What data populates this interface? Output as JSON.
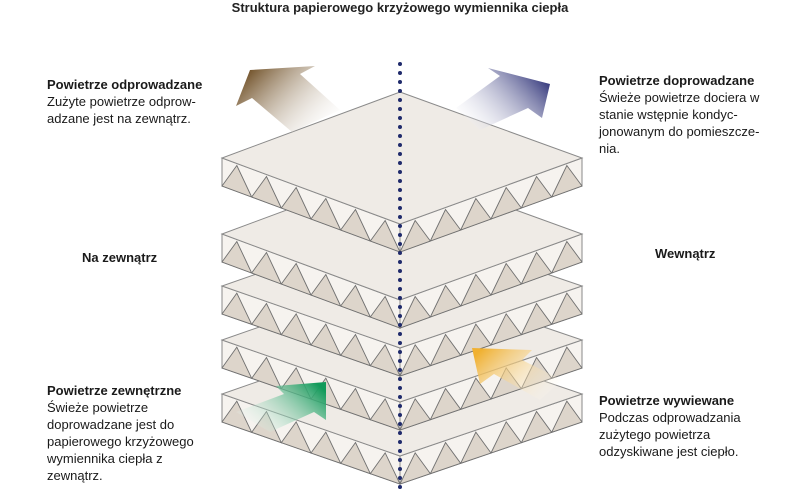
{
  "title": "Struktura papierowego krzyżowego wymiennika ciepła",
  "labels": {
    "outside": "Na zewnątrz",
    "inside": "Wewnątrz"
  },
  "blocks": {
    "exhaust": {
      "heading": "Powietrze odprowadzane",
      "lines": [
        "Zużyte powietrze odprow-",
        "adzane jest na zewnątrz."
      ]
    },
    "supply": {
      "heading": "Powietrze doprowadzane",
      "lines": [
        "Świeże powietrze dociera w",
        "stanie wstępnie kondyc-",
        "jonowanym do pomieszcze-",
        "nia."
      ]
    },
    "outdoor": {
      "heading": "Powietrze zewnętrzne",
      "lines": [
        "Świeże powietrze",
        "doprowadzane jest do",
        "papierowego krzyżowego",
        "wymiennika ciepła z",
        "zewnątrz."
      ]
    },
    "return": {
      "heading": "Powietrze wywiewane",
      "lines": [
        "Podczas odprowadzania",
        "zużytego powietrza",
        "odzyskiwane jest ciepło."
      ]
    }
  },
  "arrow_colors": {
    "exhaust": "#6b4a1f",
    "supply": "#2e3278",
    "outdoor": "#129a5a",
    "return": "#f0b030"
  }
}
